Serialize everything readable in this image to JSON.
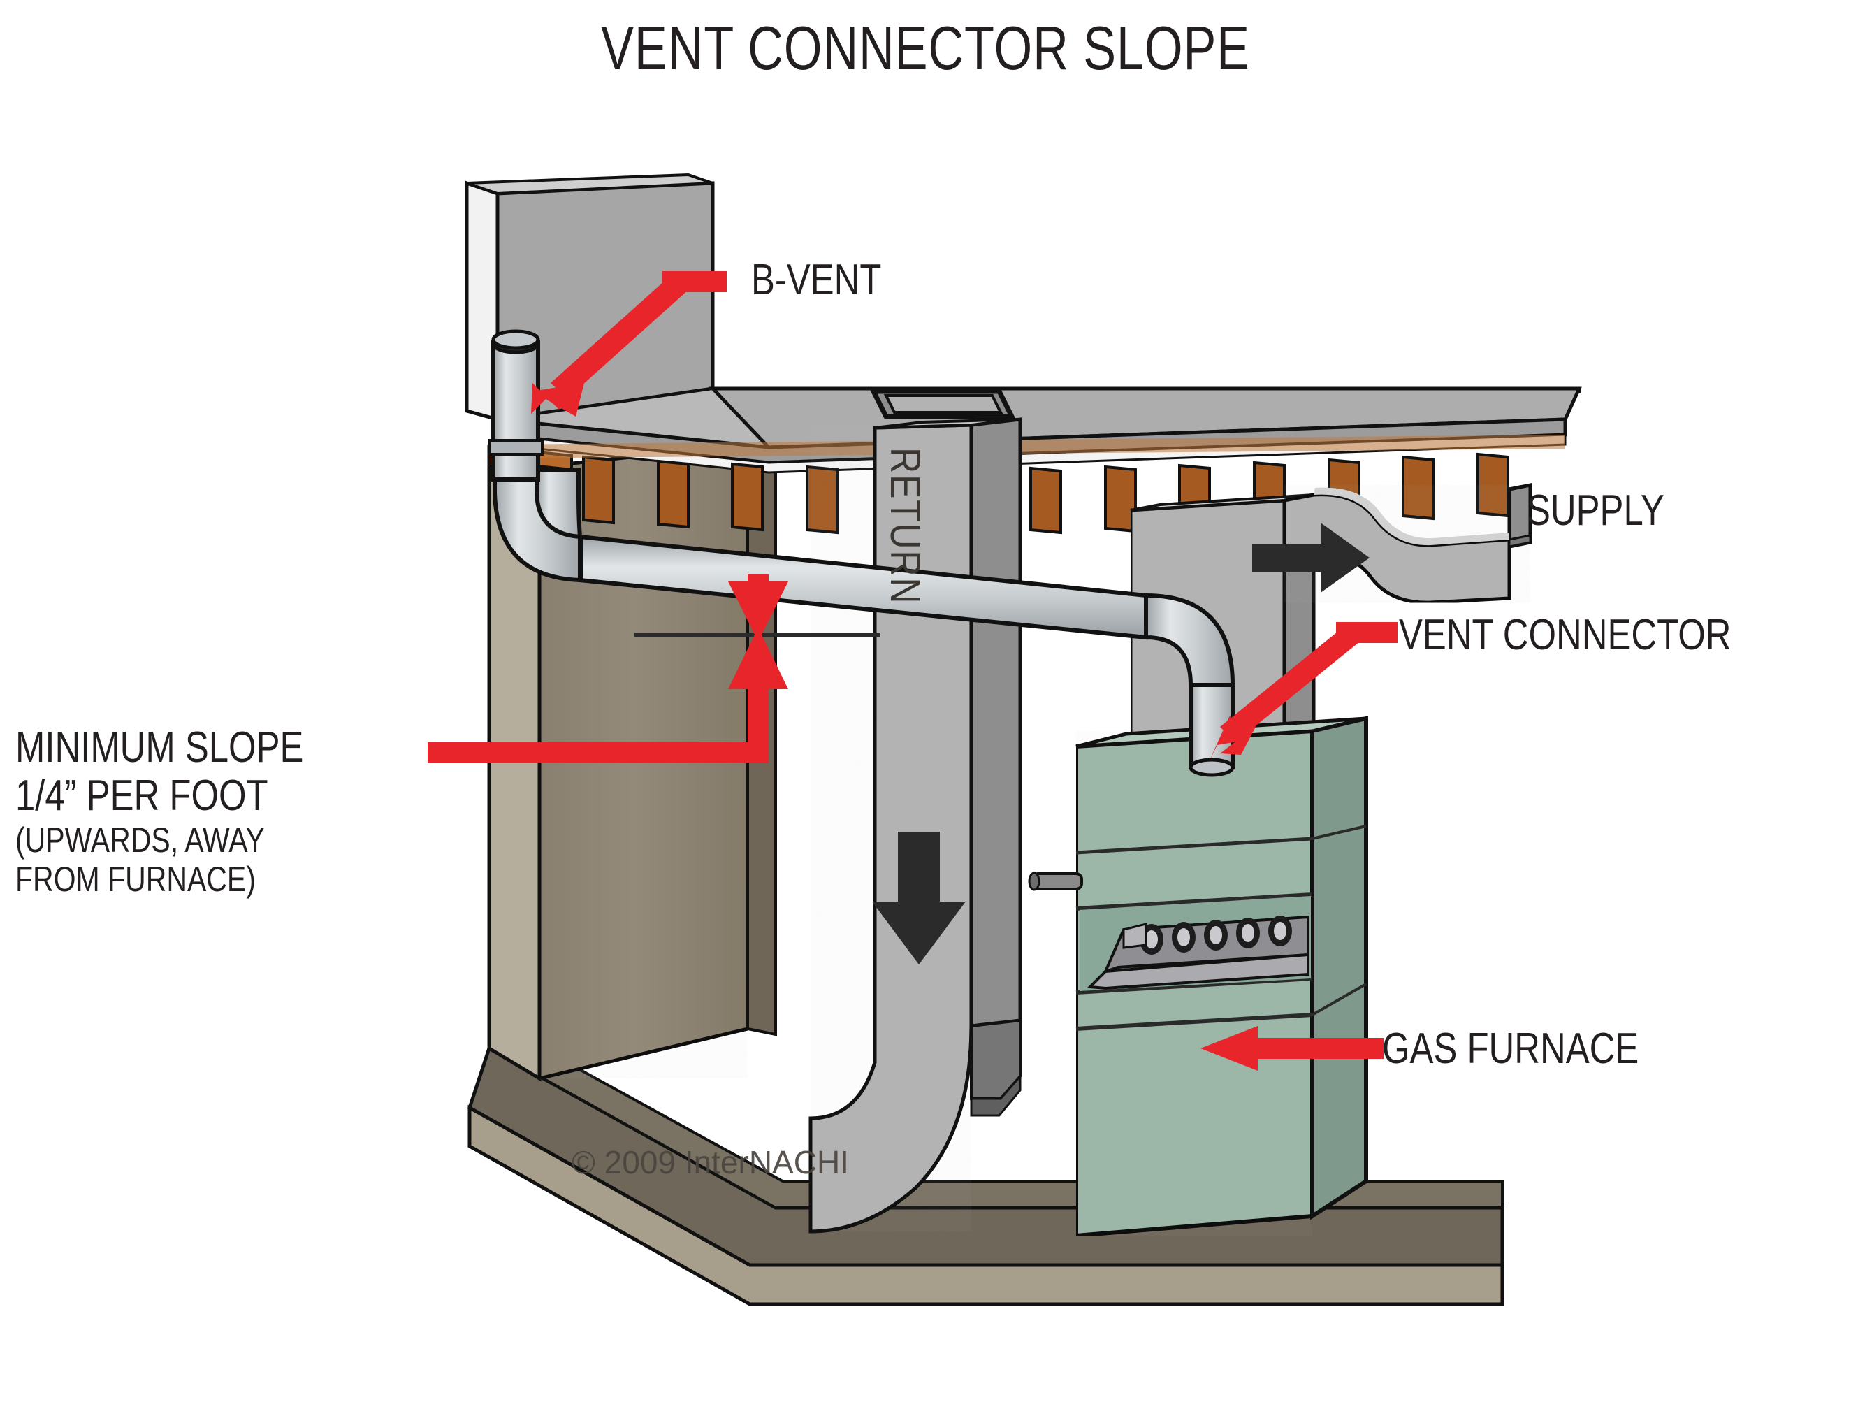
{
  "title": "VENT CONNECTOR SLOPE",
  "copyright": "© 2009  InterNACHI",
  "labels": {
    "b_vent": "B-VENT",
    "supply": "SUPPLY",
    "vent_connector": "VENT CONNECTOR",
    "gas_furnace": "GAS FURNACE",
    "return_duct": "RETURN",
    "min_slope_line1": "MINIMUM SLOPE",
    "min_slope_line2": "1/4” PER FOOT",
    "min_slope_line3": "(UPWARDS, AWAY",
    "min_slope_line4": "FROM FURNACE)"
  },
  "colors": {
    "arrow_red": "#E8252B",
    "outline": "#111111",
    "wall_upper": "#A6A6A6",
    "ceiling_top": "#ADADAD",
    "ceiling_face": "#9C9C9C",
    "foundation_wall": "#8C8271",
    "foundation_edge": "#B6AE9C",
    "floor_slab": "#6F6759",
    "floor_edge": "#A79E8C",
    "joist_wood": "#A45A21",
    "duct_gray": "#B3B3B3",
    "duct_gray_dark": "#8E8E8E",
    "vent_pipe": "#C9CDD0",
    "furnace_green": "#9CB6A8",
    "furnace_green_dark": "#7F9A8C",
    "black_arrow": "#2B2B2B",
    "text": "#231F20",
    "copyright_text": "#4A453F"
  },
  "diagram": {
    "type": "technical-illustration",
    "subject": "Gas furnace vent connector slope requirement",
    "callouts": [
      {
        "name": "b-vent",
        "label": "B-VENT",
        "arrow": "diagonal-down-left"
      },
      {
        "name": "supply",
        "label": "SUPPLY",
        "arrow": "none"
      },
      {
        "name": "vent-connector",
        "label": "VENT CONNECTOR",
        "arrow": "diagonal-down-left"
      },
      {
        "name": "gas-furnace",
        "label": "GAS FURNACE",
        "arrow": "straight-left"
      },
      {
        "name": "minimum-slope",
        "label": "MINIMUM SLOPE 1/4” PER FOOT",
        "arrow": "elbow-right-then-up"
      }
    ],
    "airflow_arrows": [
      {
        "name": "return-airflow",
        "direction": "down"
      },
      {
        "name": "supply-airflow",
        "direction": "right"
      }
    ]
  }
}
